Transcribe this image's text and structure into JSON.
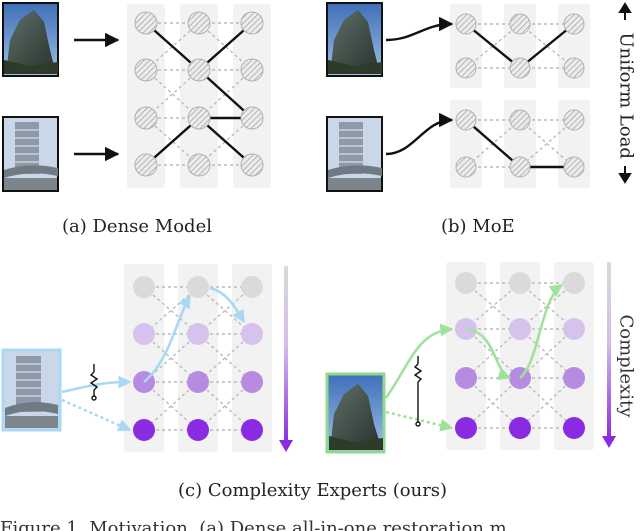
{
  "captions": {
    "dense": "(a) Dense Model",
    "moe": "(b) MoE",
    "complexity": "(c) Complexity Experts (ours)"
  },
  "side_labels": {
    "uniform_load": "Uniform Load",
    "complexity": "Complexity"
  },
  "footer_text": "Figure 1. Motivation. (a) Dense all-in-one restoration m",
  "colors": {
    "hatch_node": "#d2d2d2",
    "column_bg": "#f2f2f2",
    "complexity_top": "#dadada",
    "complexity_bottom": "#8a2be2",
    "path_blue": "#a9d8f5",
    "path_green": "#9fe39a",
    "image_border_blue": "#a9d8f5",
    "image_border_green": "#8fd98f"
  },
  "icons": [
    "building-photo",
    "rock-photo",
    "resistor-switch-icon",
    "up-down-arrow-icon"
  ]
}
